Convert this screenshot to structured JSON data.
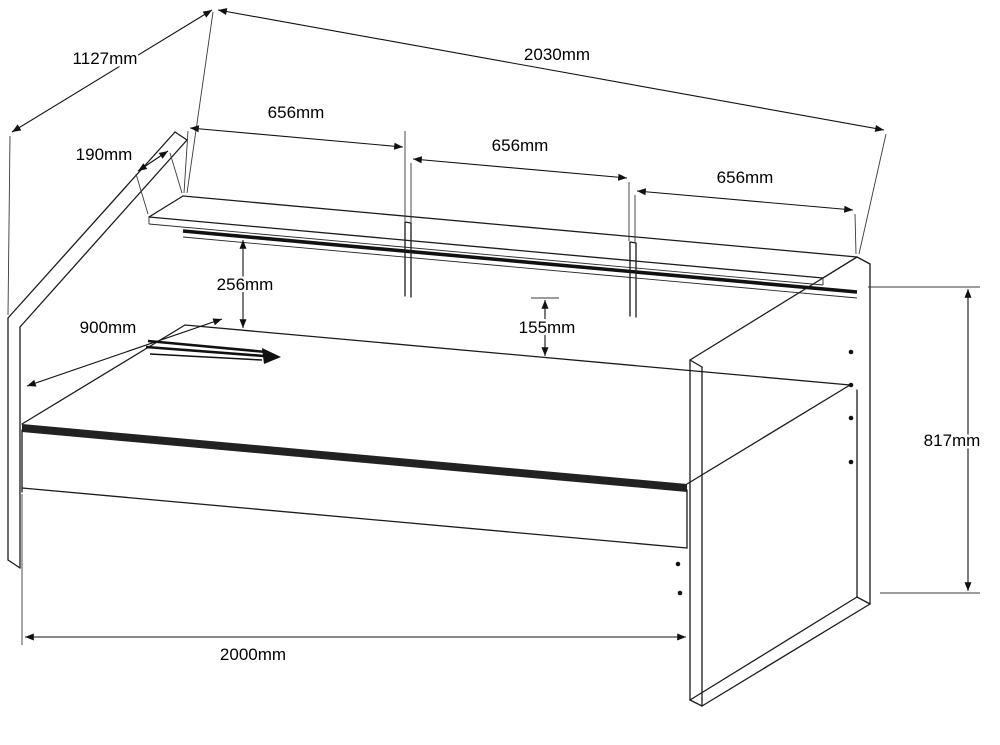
{
  "drawing": {
    "background": "#ffffff",
    "line_color": "#111111",
    "dimensions": {
      "total_depth": "1127mm",
      "total_length": "2030mm",
      "shelf_bay_1": "656mm",
      "shelf_bay_2": "656mm",
      "shelf_bay_3": "656mm",
      "shelf_depth": "190mm",
      "headboard_below_shelf": "256mm",
      "sleeping_width": "900mm",
      "shelf_opening_height": "155mm",
      "end_panel_height": "817mm",
      "bed_length": "2000mm"
    }
  }
}
